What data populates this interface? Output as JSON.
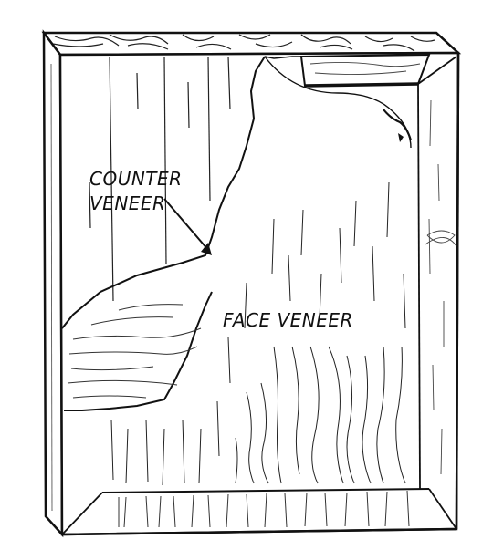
{
  "labels": {
    "counter_veneer_line1": "COUNTER",
    "counter_veneer_line2": "VENEER",
    "face_veneer": "FACE VENEER"
  },
  "colors": {
    "ink": "#111111",
    "paper": "#ffffff"
  }
}
